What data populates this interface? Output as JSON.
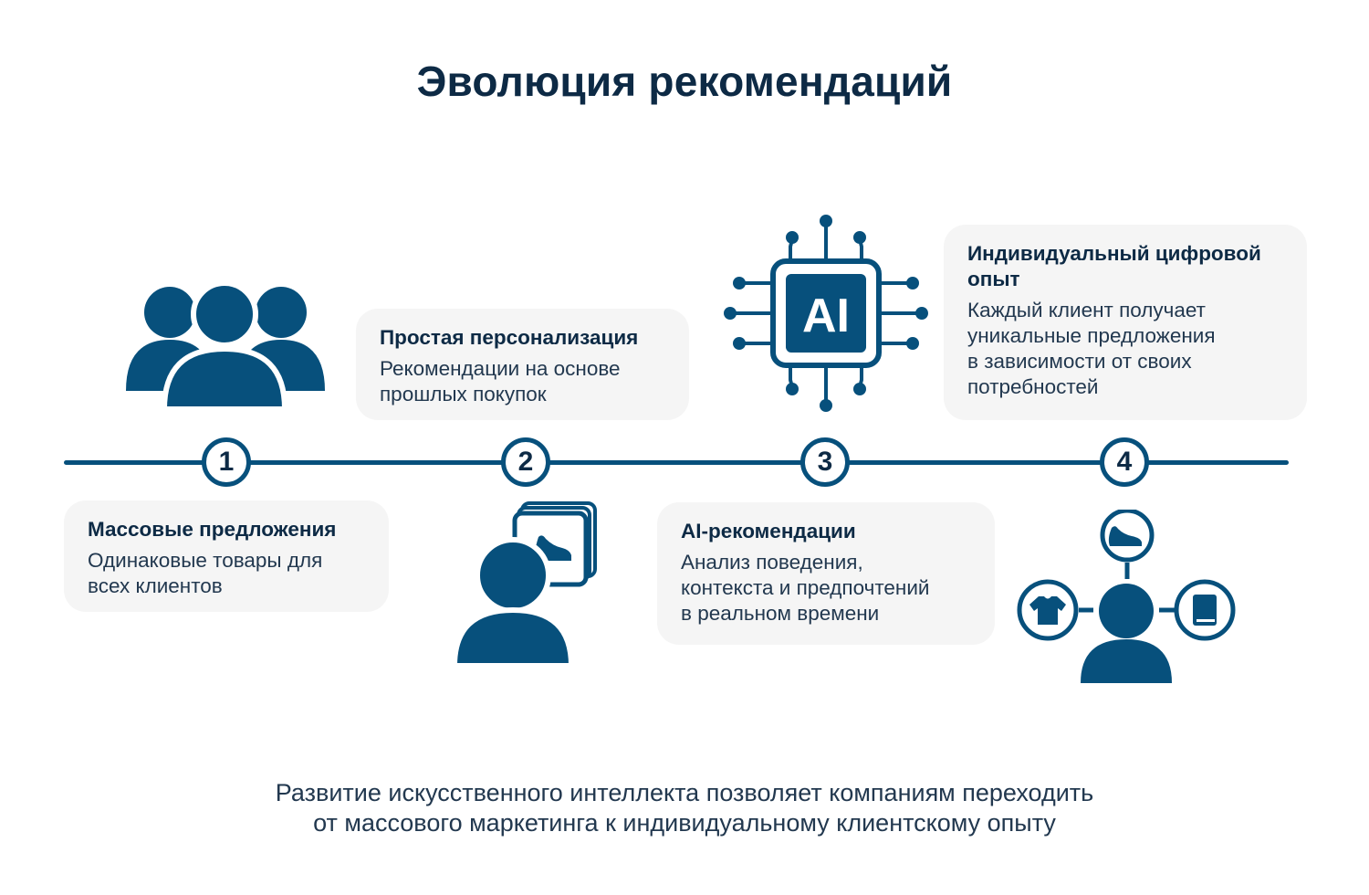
{
  "title": "Эволюция рекомендаций",
  "steps": [
    {
      "number": "1",
      "title": "Массовые предложения",
      "text": "Одинаковые товары для\nвсех клиентов",
      "icon": "group-icon"
    },
    {
      "number": "2",
      "title": "Простая персонализация",
      "text": "Рекомендации на основе\nпрошлых покупок",
      "icon": "person-with-cards-icon"
    },
    {
      "number": "3",
      "title": "AI-рекомендации",
      "text": "Анализ поведения,\nконтекста и предпочтений\nв реальном времени",
      "icon": "ai-chip-icon",
      "chip_label": "AI"
    },
    {
      "number": "4",
      "title": "Индивидуальный цифровой\nопыт",
      "text": "Каждый клиент получает\nуникальные предложения\nв зависимости от своих\nпотребностей",
      "icon": "person-network-icon"
    }
  ],
  "footer": {
    "line1": "Развитие искусственного интеллекта позволяет компаниям переходить",
    "line2": "от массового маркетинга к индивидуальному клиентскому опыту"
  },
  "colors": {
    "primary": "#07507c",
    "text": "#0d2a45",
    "card": "#f5f5f5"
  }
}
